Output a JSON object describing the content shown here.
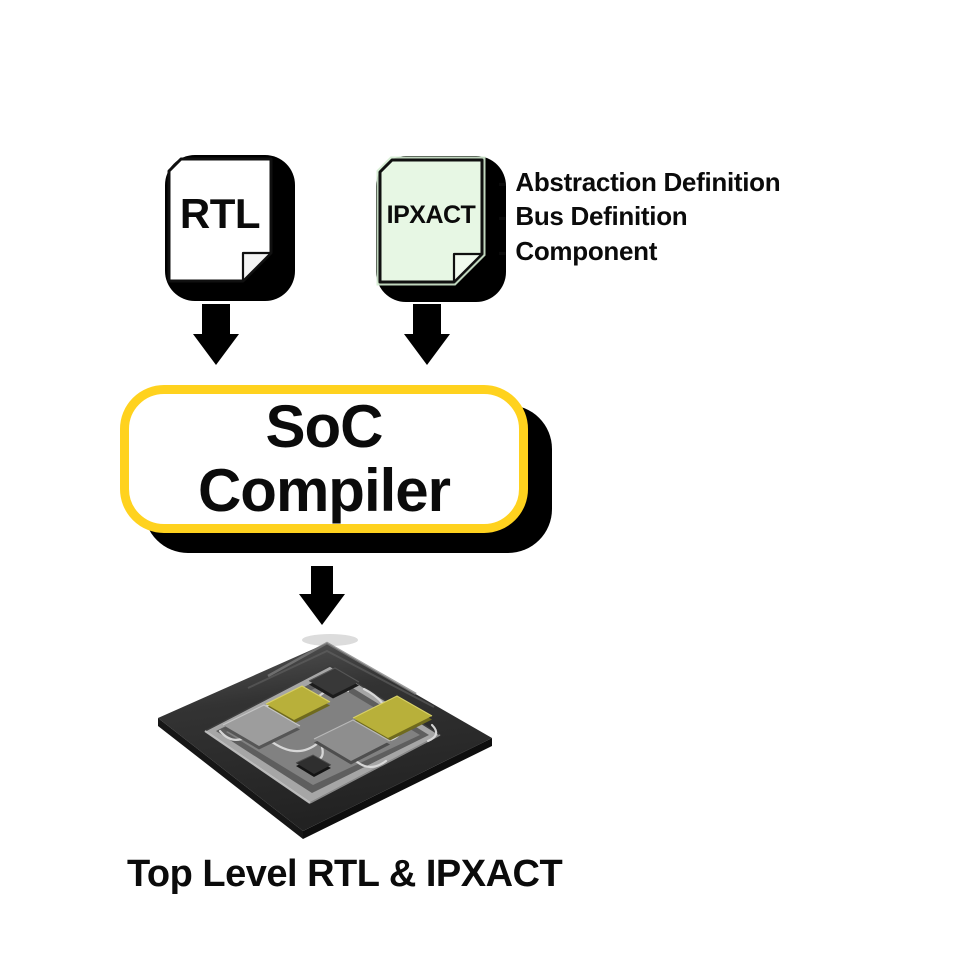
{
  "canvas": {
    "background": "#FFFFFF"
  },
  "colors": {
    "accent_yellow": "#FFD21E",
    "doc_white": "#FFFFFF",
    "doc_green": "#E7F7E4",
    "die_yellow": "#B8B03A",
    "shadow_black": "#000000"
  },
  "rtl_doc": {
    "label": "RTL"
  },
  "ipxact_doc": {
    "label": "IPXACT",
    "bullet": "-",
    "items": [
      "Abstraction Definition",
      "Bus Definition",
      "Component"
    ]
  },
  "compiler_box": {
    "lines": [
      "SoC",
      "Compiler"
    ]
  },
  "output": {
    "caption": "Top Level RTL & IPXACT"
  }
}
